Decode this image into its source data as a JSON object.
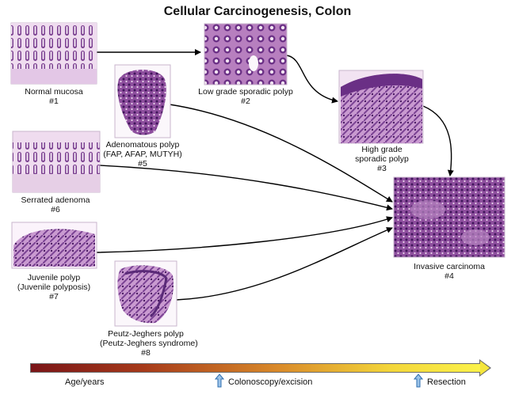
{
  "title": "Cellular Carcinogenesis, Colon",
  "nodes": {
    "normal": {
      "lines": [
        "Normal mucosa",
        "#1"
      ]
    },
    "lowgrade": {
      "lines": [
        "Low grade sporadic polyp",
        "#2"
      ]
    },
    "highgrade": {
      "lines": [
        "High grade",
        "sporadic polyp",
        "#3"
      ]
    },
    "invasive": {
      "lines": [
        "Invasive carcinoma",
        "#4"
      ]
    },
    "adenomatous": {
      "lines": [
        "Adenomatous polyp",
        "(FAP, AFAP, MUTYH)",
        "#5"
      ]
    },
    "serrated": {
      "lines": [
        "Serrated adenoma",
        "#6"
      ]
    },
    "juvenile": {
      "lines": [
        "Juvenile polyp",
        "(Juvenile polyposis)",
        "#7"
      ]
    },
    "peutz": {
      "lines": [
        "Peutz-Jeghers polyp",
        "(Peutz-Jeghers syndrome)",
        "#8"
      ]
    }
  },
  "timeline": {
    "age_label": "Age/years",
    "colonoscopy_label": "Colonoscopy/excision",
    "resection_label": "Resection"
  },
  "colors": {
    "tissue_dark": "#5a2a78",
    "tissue_mid": "#9a5aa6",
    "tissue_light": "#e6cfe6",
    "arrow_blue": "#5b9bd5"
  }
}
